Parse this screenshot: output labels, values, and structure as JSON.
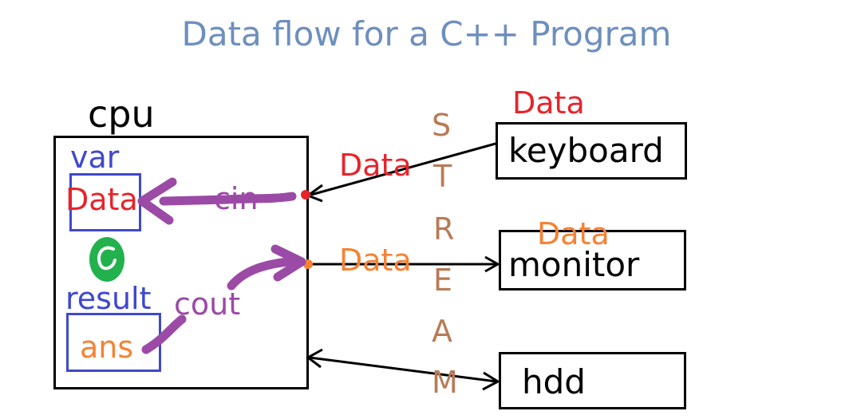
{
  "title": "Data flow for a C++ Program",
  "cpu": {
    "label": "cpu",
    "var_label": "var",
    "var_value": "Data",
    "result_label": "result",
    "result_value": "ans"
  },
  "devices": {
    "keyboard": "keyboard",
    "monitor": "monitor",
    "hdd": "hdd"
  },
  "flow_labels": {
    "cin": "cin",
    "cout": "cout",
    "data_top": "Data",
    "data_in": "Data",
    "data_out": "Data",
    "data_monitor": "Data"
  },
  "stream_letters": [
    "S",
    "T",
    "R",
    "E",
    "A",
    "M"
  ],
  "colors": {
    "title": "#6d8fbe",
    "red": "#e8232a",
    "orange": "#f58233",
    "purple": "#9b4aa6",
    "blue": "#3f48cc",
    "brown": "#b97a57",
    "green": "#22b14c",
    "black": "#000000"
  }
}
